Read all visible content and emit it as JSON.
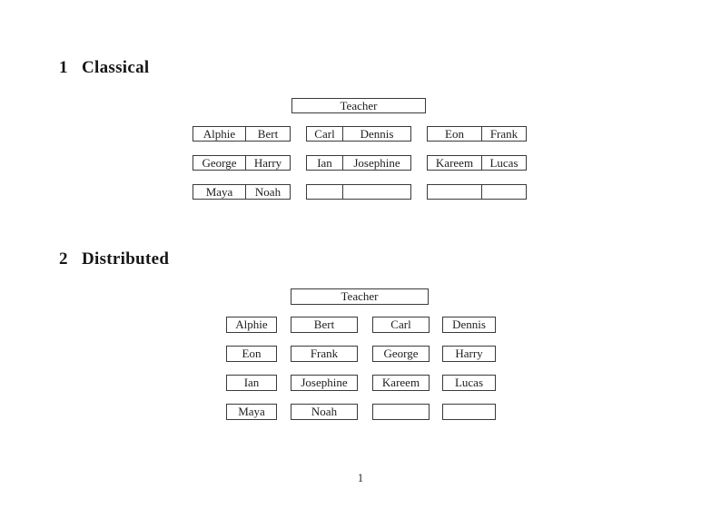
{
  "classical": {
    "heading_number": "1",
    "heading_title": "Classical",
    "teacher_label": "Teacher",
    "rows": [
      [
        [
          "Alphie",
          "Bert"
        ],
        [
          "Carl",
          "Dennis"
        ],
        [
          "Eon",
          "Frank"
        ]
      ],
      [
        [
          "George",
          "Harry"
        ],
        [
          "Ian",
          "Josephine"
        ],
        [
          "Kareem",
          "Lucas"
        ]
      ],
      [
        [
          "Maya",
          "Noah"
        ],
        [
          "",
          ""
        ],
        [
          "",
          ""
        ]
      ]
    ]
  },
  "distributed": {
    "heading_number": "2",
    "heading_title": "Distributed",
    "teacher_label": "Teacher",
    "rows": [
      [
        "Alphie",
        "Bert",
        "Carl",
        "Dennis"
      ],
      [
        "Eon",
        "Frank",
        "George",
        "Harry"
      ],
      [
        "Ian",
        "Josephine",
        "Kareem",
        "Lucas"
      ],
      [
        "Maya",
        "Noah",
        "",
        ""
      ]
    ]
  },
  "page": {
    "number_label": "1"
  }
}
